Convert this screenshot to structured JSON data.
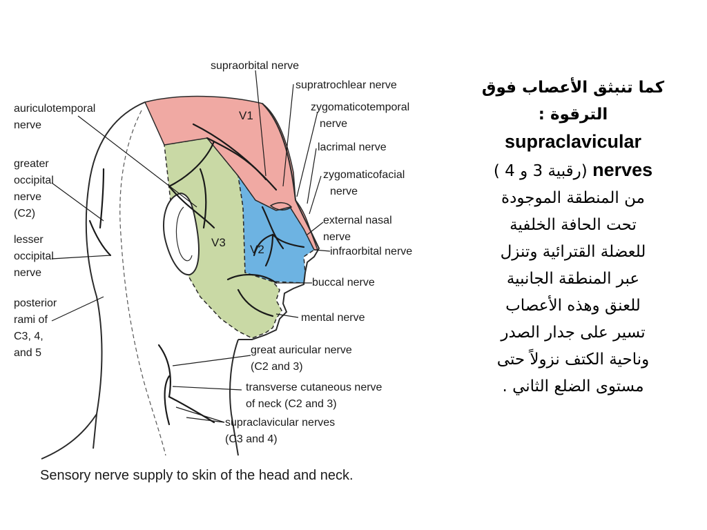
{
  "figure": {
    "regions": {
      "v1": "V1",
      "v2": "V2",
      "v3": "V3"
    },
    "colors": {
      "v1": "#f0a9a3",
      "v2": "#6db3e2",
      "v3": "#c9d9a5",
      "outline": "#2a2a2a"
    },
    "labels": {
      "supraorbital": "supraorbital nerve",
      "supratrochlear": "supratrochlear nerve",
      "zygomaticotemporal_1": "zygomaticotemporal",
      "zygomaticotemporal_2": "nerve",
      "lacrimal": "lacrimal nerve",
      "zygomaticofacial_1": "zygomaticofacial",
      "zygomaticofacial_2": "nerve",
      "external_nasal_1": "external nasal",
      "external_nasal_2": "nerve",
      "infraorbital": "infraorbital nerve",
      "buccal": "buccal nerve",
      "mental": "mental nerve",
      "great_auricular_1": "great auricular nerve",
      "great_auricular_2": "(C2 and 3)",
      "transverse_1": "transverse cutaneous nerve",
      "transverse_2": "of neck (C2 and 3)",
      "supraclavicular_1": "supraclavicular nerves",
      "supraclavicular_2": "(C3 and 4)",
      "auriculotemporal_1": "auriculotemporal",
      "auriculotemporal_2": "nerve",
      "greater_occipital_1": "greater",
      "greater_occipital_2": "occipital",
      "greater_occipital_3": "nerve",
      "greater_occipital_4": "(C2)",
      "lesser_occipital_1": "lesser",
      "lesser_occipital_2": "occipital",
      "lesser_occipital_3": "nerve",
      "posterior_rami_1": "posterior",
      "posterior_rami_2": "rami of",
      "posterior_rami_3": "C3, 4,",
      "posterior_rami_4": "and 5"
    },
    "caption": "Sensory nerve supply to skin of the head and neck."
  },
  "arabic_text": {
    "line1": "كما تنبثق الأعصاب فوق",
    "line2": "الترقوة :",
    "term1": "supraclavicular",
    "term2": "nerves",
    "paren": "(رقبية 3 و 4 )",
    "line4": "من المنطقة الموجودة",
    "line5": "تحت الحافة الخلفية",
    "line6": "للعضلة القترائية وتنزل",
    "line7": "عبر المنطقة الجانبية",
    "line8": "للعنق وهذه الأعصاب",
    "line9": "تسير على جدار الصدر",
    "line10": "وناحية الكتف نزولاً حتى",
    "line11": "مستوى الضلع الثاني ."
  }
}
